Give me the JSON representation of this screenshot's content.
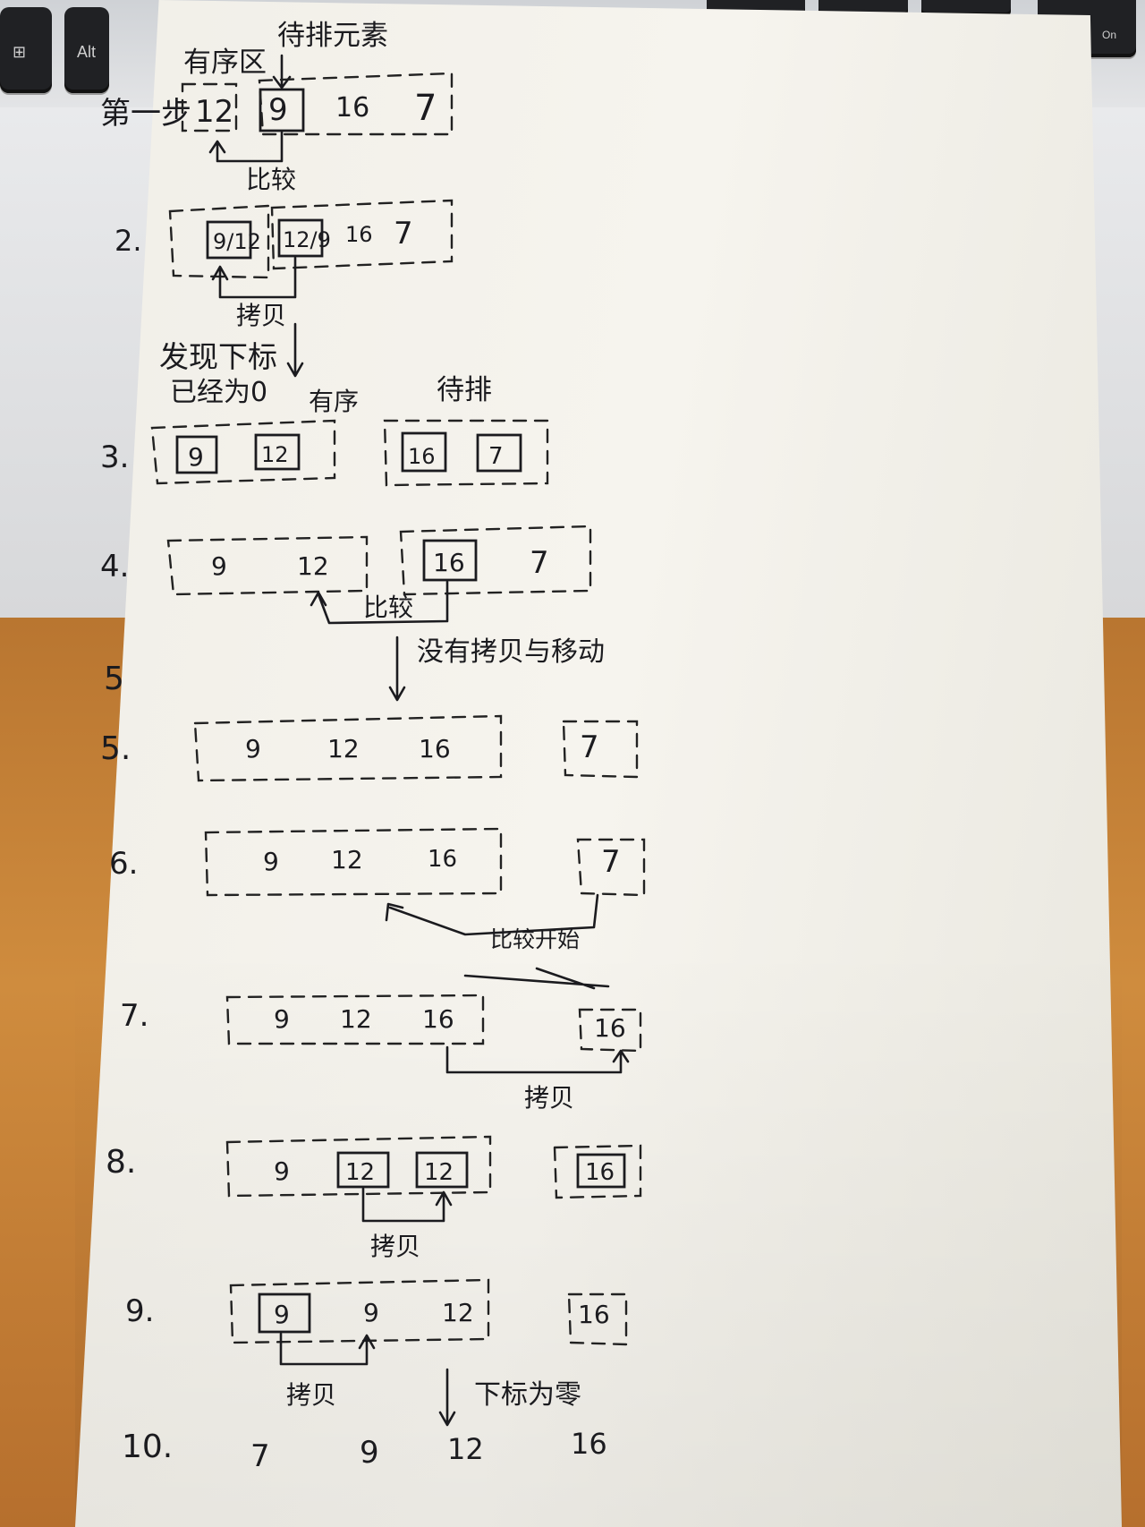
{
  "keyboard": {
    "alt_key_label": "Alt",
    "on_key_label": "On"
  },
  "sketch": {
    "steps": [
      {
        "label": "第一步",
        "sorted_label": "有序区",
        "pending_label": "待排元素",
        "values": [
          "12",
          "9",
          "16",
          "7"
        ],
        "note": "比较"
      },
      {
        "label": "2.",
        "values": [
          "9/12",
          "12/9",
          "16",
          "7"
        ],
        "note": "拷贝",
        "extra_note_1": "发现下标",
        "extra_note_2": "已经为0"
      },
      {
        "label": "3.",
        "sorted_label": "有序",
        "pending_label": "待排",
        "values": [
          "9",
          "12",
          "16",
          "7"
        ]
      },
      {
        "label": "4.",
        "values": [
          "9",
          "12",
          "16",
          "7"
        ],
        "note": "比较",
        "after_note": "没有拷贝与移动"
      },
      {
        "label": "5.",
        "values": [
          "9",
          "12",
          "16",
          "7"
        ]
      },
      {
        "label": "6.",
        "values": [
          "9",
          "12",
          "16",
          "7"
        ],
        "note": "比较开始"
      },
      {
        "label": "7.",
        "values": [
          "9",
          "12",
          "16",
          "16"
        ],
        "note": "拷贝"
      },
      {
        "label": "8.",
        "values": [
          "9",
          "12",
          "12",
          "16"
        ],
        "note": "拷贝"
      },
      {
        "label": "9.",
        "values": [
          "9",
          "9",
          "12",
          "16"
        ],
        "note": "拷贝",
        "after_note": "下标为零"
      },
      {
        "label": "10.",
        "values": [
          "7",
          "9",
          "12",
          "16"
        ]
      }
    ]
  }
}
